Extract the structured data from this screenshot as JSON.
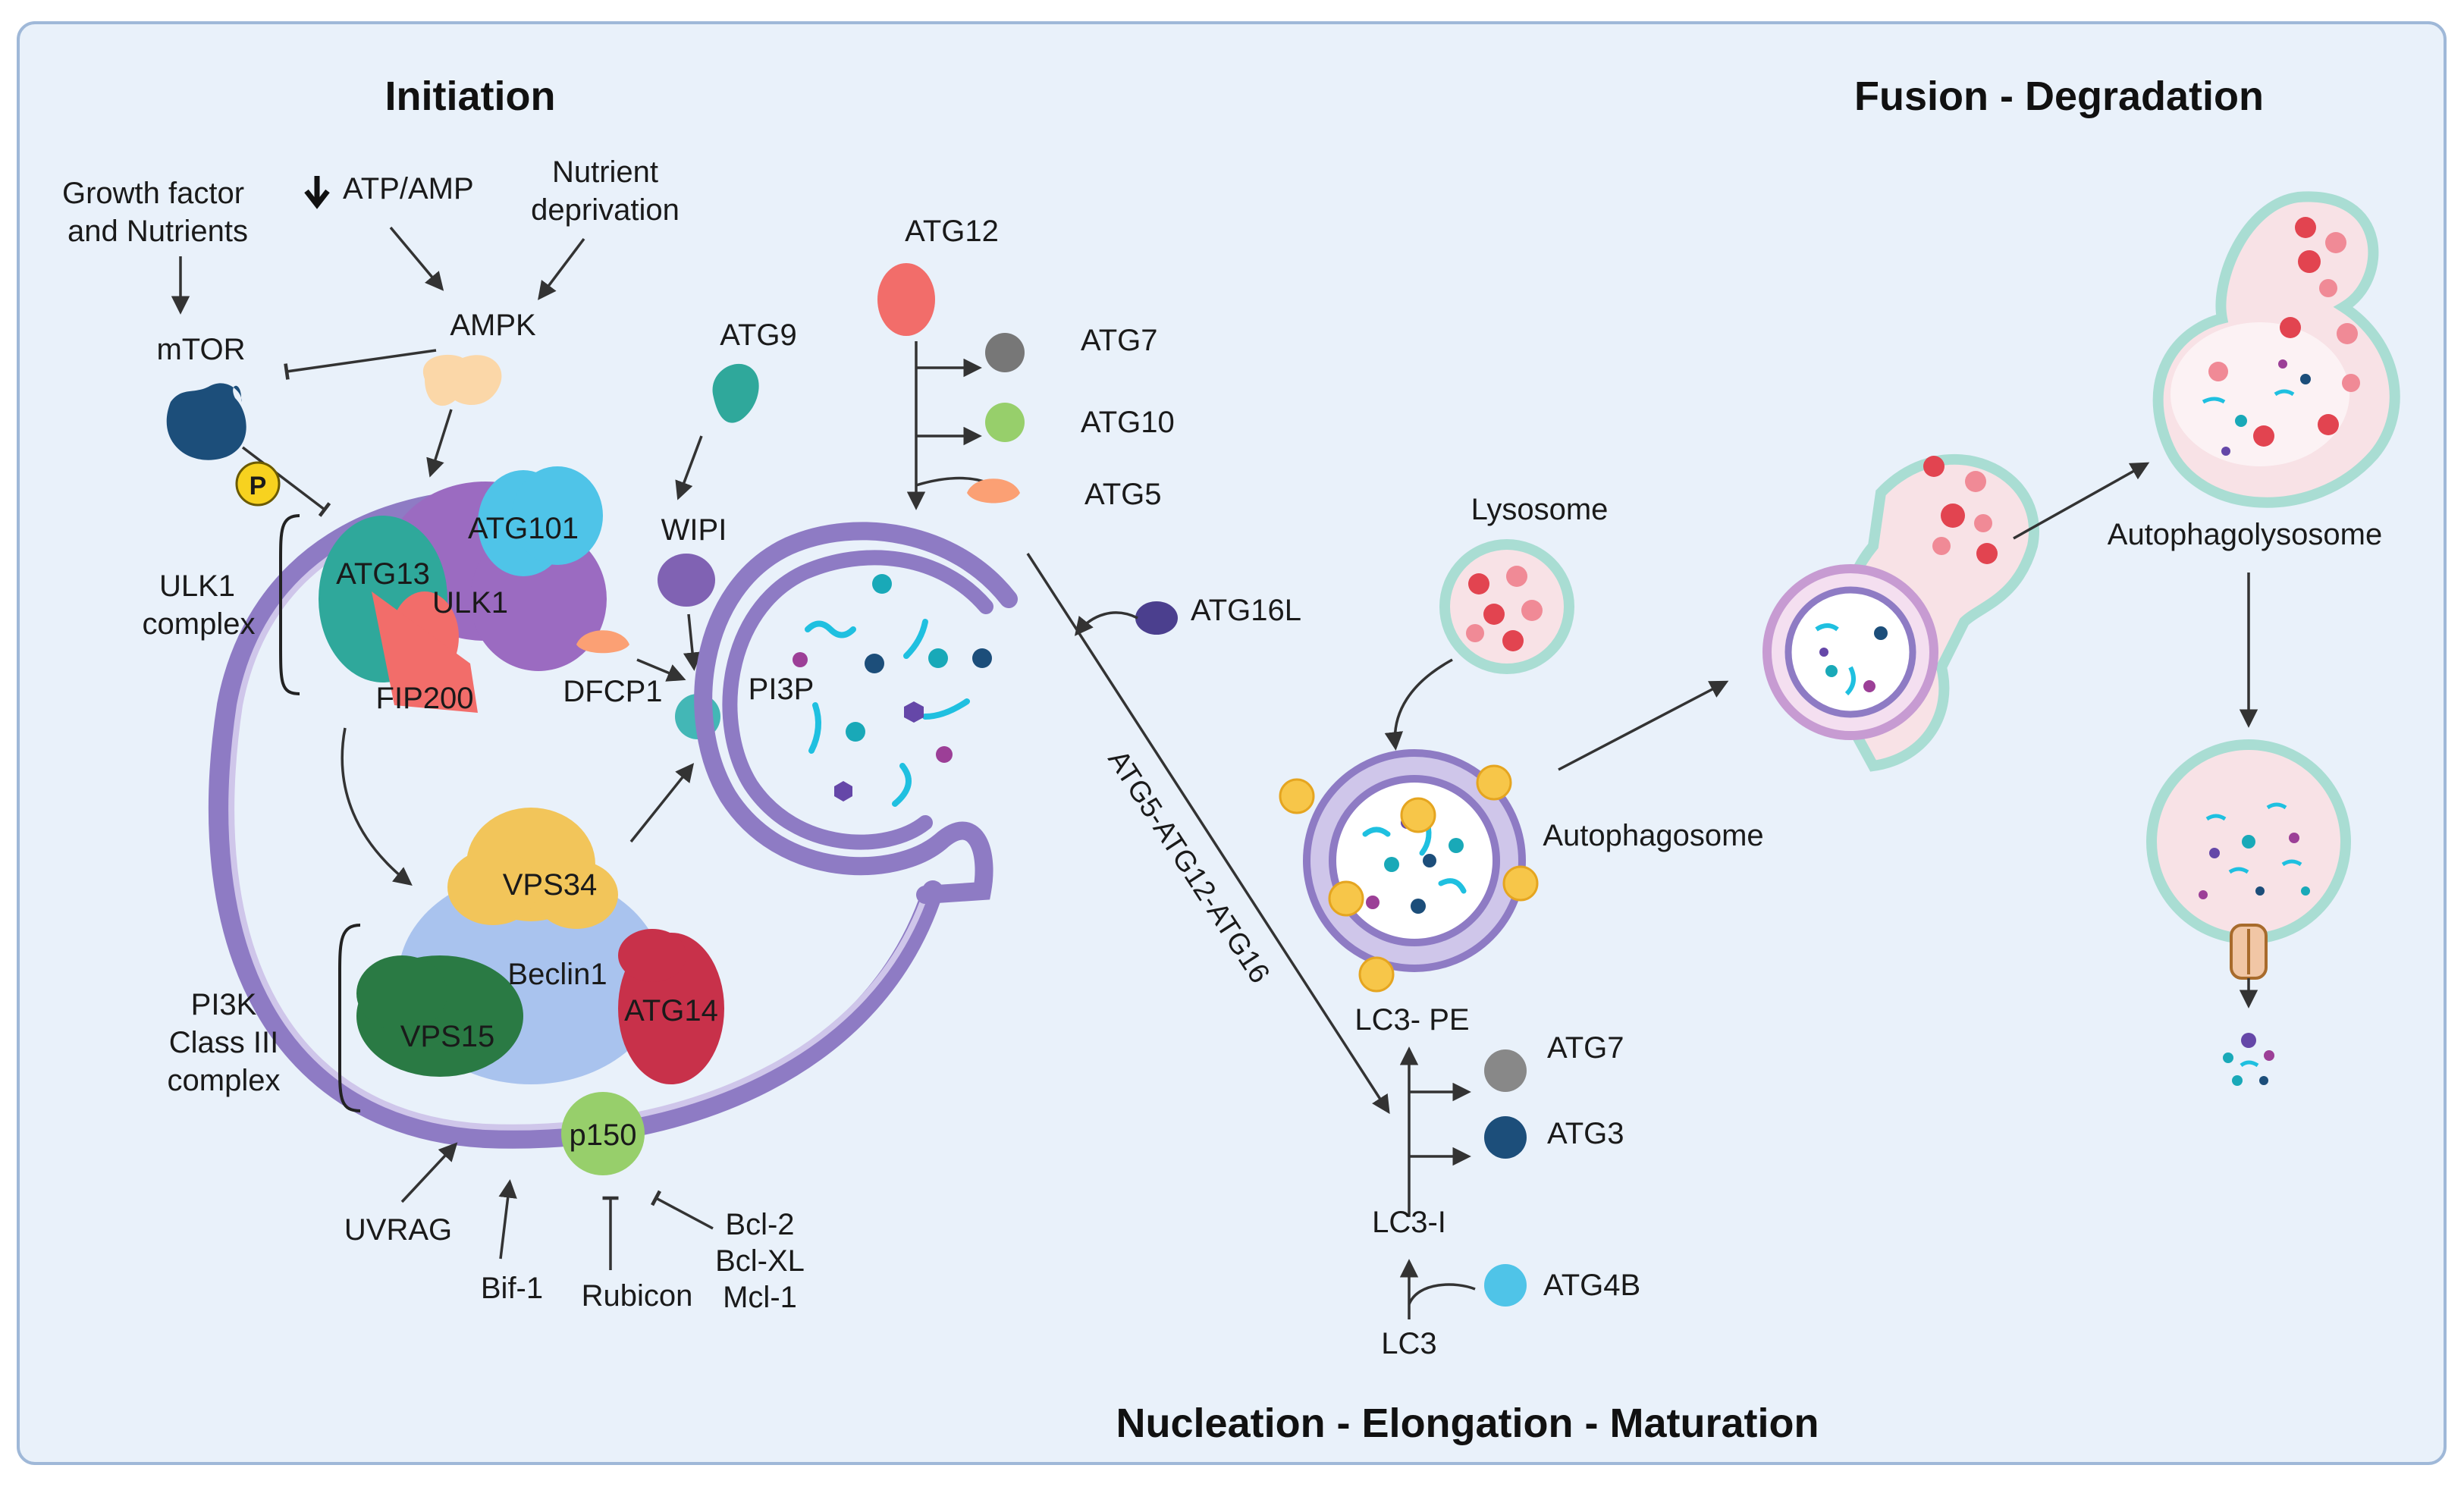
{
  "titles": {
    "initiation": "Initiation",
    "fusion": "Fusion - Degradation",
    "nucleation": "Nucleation - Elongation - Maturation"
  },
  "signals": {
    "growth_factor_l1": "Growth factor",
    "growth_factor_l2": "and Nutrients",
    "atp_amp": "ATP/AMP",
    "nutrient_l1": "Nutrient",
    "nutrient_l2": "deprivation",
    "mtor": "mTOR",
    "ampk": "AMPK",
    "phospho": "P"
  },
  "ulk1": {
    "label_l1": "ULK1",
    "label_l2": "complex",
    "atg13": "ATG13",
    "atg101": "ATG101",
    "ulk1": "ULK1",
    "fip200": "FIP200"
  },
  "pi3k": {
    "label_l1": "PI3K",
    "label_l2": "Class III",
    "label_l3": "complex",
    "vps34": "VPS34",
    "beclin1": "Beclin1",
    "vps15": "VPS15",
    "atg14": "ATG14",
    "p150": "p150"
  },
  "regulators": {
    "uvrag": "UVRAG",
    "bif1": "Bif-1",
    "rubicon": "Rubicon",
    "bcl2": "Bcl-2",
    "bclxl": "Bcl-XL",
    "mcl1": "Mcl-1"
  },
  "phagophore": {
    "atg9": "ATG9",
    "wipi": "WIPI",
    "dfcp1": "DFCP1",
    "pi3p": "PI3P"
  },
  "conjugation": {
    "atg12": "ATG12",
    "atg7": "ATG7",
    "atg10": "ATG10",
    "atg5": "ATG5",
    "atg16l": "ATG16L",
    "complex": "ATG5-ATG12-ATG16"
  },
  "lc3": {
    "lc3_pe": "LC3- PE",
    "atg7": "ATG7",
    "atg3": "ATG3",
    "lc3_i": "LC3-I",
    "atg4b": "ATG4B",
    "lc3": "LC3"
  },
  "vesicles": {
    "lysosome": "Lysosome",
    "autophagosome": "Autophagosome",
    "autophagolysosome": "Autophagolysosome"
  },
  "colors": {
    "panel_bg": "#e9f1fa",
    "panel_border": "#9fb8d8",
    "membrane": "#8e7bc4",
    "lysosome_ring": "#a9ddd3",
    "lysosome_fill": "#f8e2e6",
    "cargo_teal": "#19a9b8",
    "cargo_cyan": "#1fc0e0",
    "atg13": "#2fa89b",
    "ulk1": "#9b6bc1",
    "atg101": "#4fc4e8",
    "fip200": "#f26d6a",
    "vps34": "#f2c55a",
    "beclin1": "#a9c3ee",
    "vps15": "#2a7a44",
    "atg14": "#c8314a",
    "p150": "#97cf6b",
    "mtor": "#1c4e7a",
    "ampk": "#fbd7a8",
    "lc3_dot": "#f7c649"
  }
}
